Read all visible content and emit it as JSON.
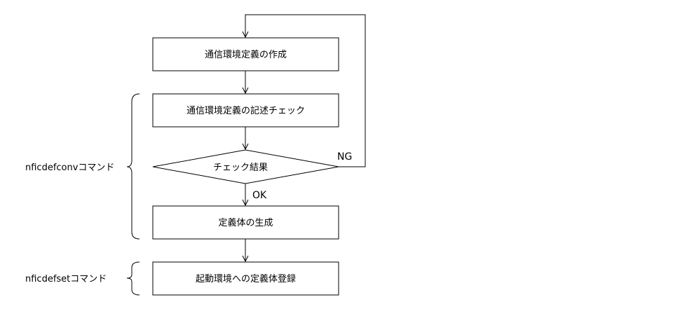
{
  "colors": {
    "stroke": "#000000",
    "fill": "#ffffff",
    "text": "#000000",
    "background": "#ffffff"
  },
  "nodes": {
    "create_definition": "通信環境定義の作成",
    "check_description": "通信環境定義の記述チェック",
    "check_result": "チェック結果",
    "generate_definition": "定義体の生成",
    "register_definition": "起動環境への定義体登録"
  },
  "edges": {
    "ng": "NG",
    "ok": "OK"
  },
  "commands": {
    "conv": "nficdefconvコマンド",
    "set": "nficdefsetコマンド"
  }
}
